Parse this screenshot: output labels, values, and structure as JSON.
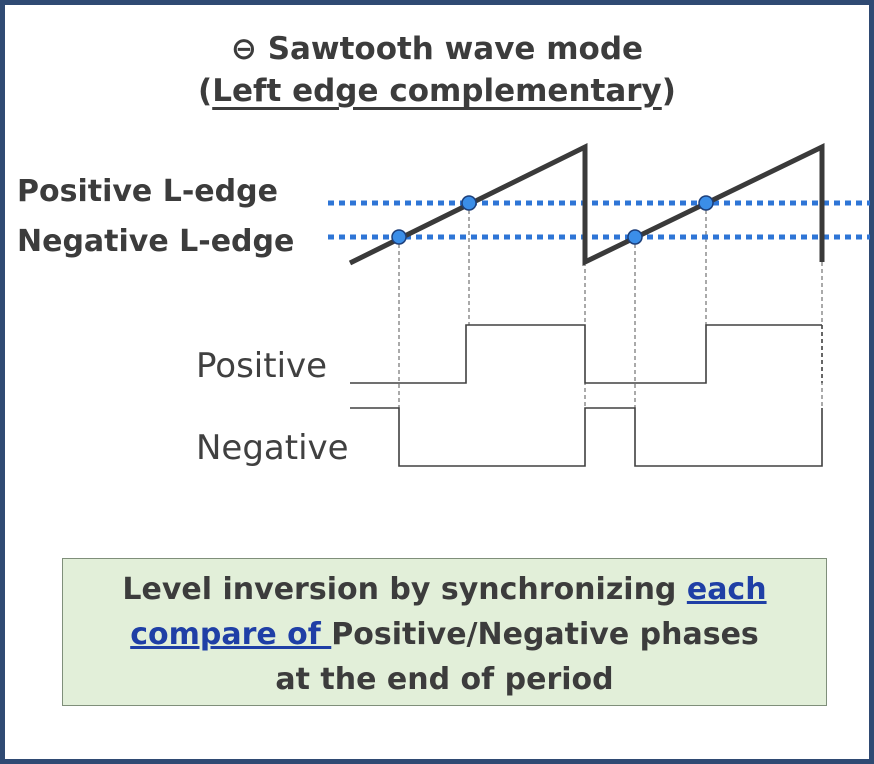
{
  "title": {
    "line1": "⊖ Sawtooth wave mode",
    "line2_open": "(",
    "line2_main": "Left edge complementary",
    "line2_close": ")"
  },
  "edge_labels": {
    "positive": "Positive L-edge",
    "negative": "Negative L-edge"
  },
  "wave_labels": {
    "positive": "Positive",
    "negative": "Negative"
  },
  "note": {
    "part1": "Level inversion by synchronizing ",
    "highlight": " each compare of ",
    "part2": "Positive/Negative phases",
    "part3": "at the end of  period"
  },
  "colors": {
    "frame": "#2f4a73",
    "sawtooth": "#3a3a3a",
    "threshold": "#2e75d6",
    "marker": "#3b8ee8",
    "note_bg": "#e2efd9",
    "highlight": "#1f3fa6"
  }
}
